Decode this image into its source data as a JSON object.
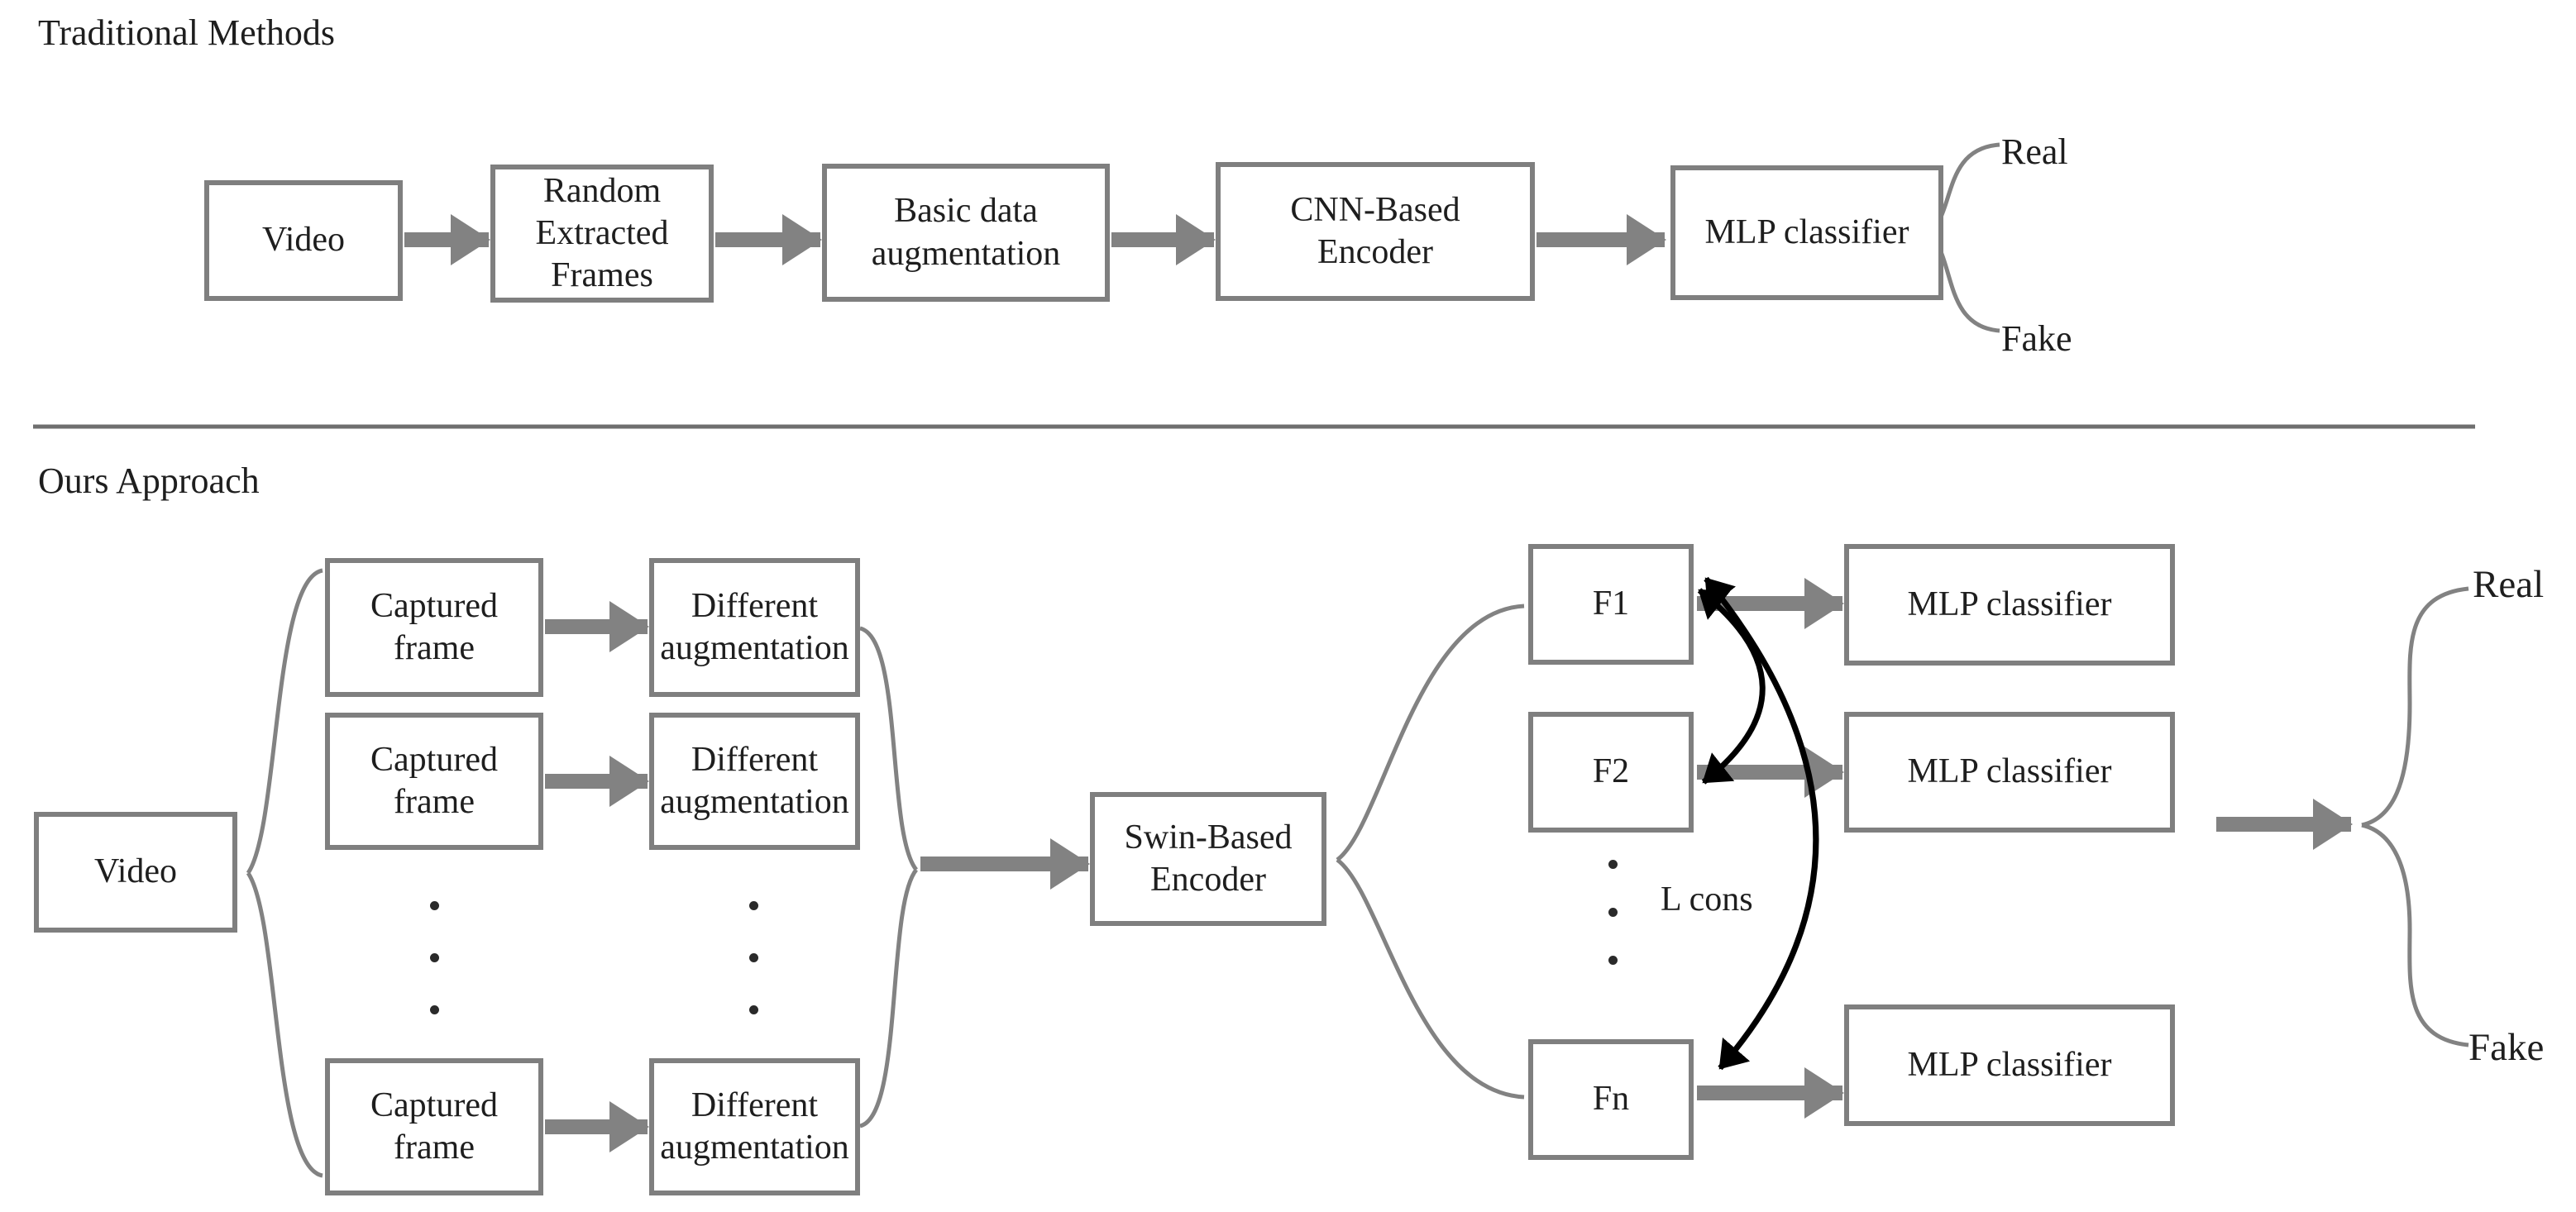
{
  "colors": {
    "box_border": "#7f7f7f",
    "arrow_gray": "#828282",
    "consistency_arrow_black": "#000000",
    "text": "#1e1e1e",
    "divider": "#6f6f6f"
  },
  "traditional": {
    "title": "Traditional Methods",
    "video": {
      "label": "Video"
    },
    "random_frames": {
      "lines": [
        "Random",
        "Extracted",
        "Frames"
      ]
    },
    "basic_aug": {
      "lines": [
        "Basic data",
        "augmentation"
      ]
    },
    "cnn_encoder": {
      "lines": [
        "CNN-Based",
        "Encoder"
      ]
    },
    "mlp": {
      "label": "MLP classifier"
    },
    "outputs": {
      "real": "Real",
      "fake": "Fake"
    }
  },
  "ours": {
    "title": "Ours Approach",
    "video": {
      "label": "Video"
    },
    "captured_frames": [
      {
        "lines": [
          "Captured",
          "frame"
        ]
      },
      {
        "lines": [
          "Captured",
          "frame"
        ]
      },
      {
        "lines": [
          "Captured",
          "frame"
        ]
      }
    ],
    "augmentations": [
      {
        "lines": [
          "Different",
          "augmentation"
        ]
      },
      {
        "lines": [
          "Different",
          "augmentation"
        ]
      },
      {
        "lines": [
          "Different",
          "augmentation"
        ]
      }
    ],
    "swin_encoder": {
      "lines": [
        "Swin-Based",
        "Encoder"
      ]
    },
    "features": [
      {
        "label": "F1"
      },
      {
        "label": "F2"
      },
      {
        "label": "Fn"
      }
    ],
    "consistency_loss_label": "L cons",
    "mlp_classifiers": [
      {
        "label": "MLP classifier"
      },
      {
        "label": "MLP classifier"
      },
      {
        "label": "MLP classifier"
      }
    ],
    "outputs": {
      "real": "Real",
      "fake": "Fake"
    }
  }
}
